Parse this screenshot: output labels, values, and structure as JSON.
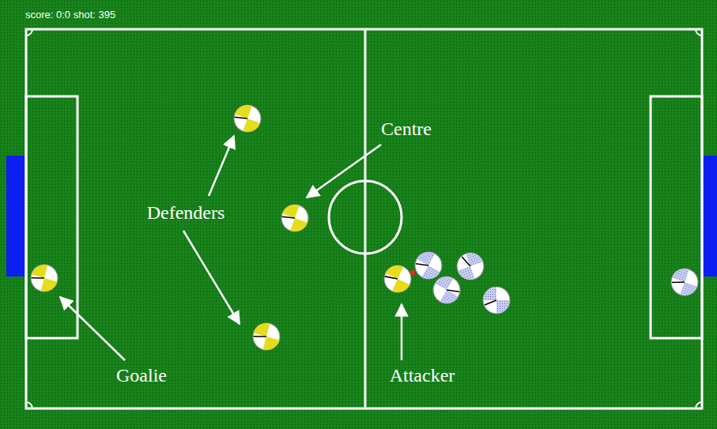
{
  "diagram": {
    "labels": [
      "score: 0:0 shot: 395",
      "Centre",
      "Defenders",
      "Goalie",
      "Attacker"
    ]
  }
}
